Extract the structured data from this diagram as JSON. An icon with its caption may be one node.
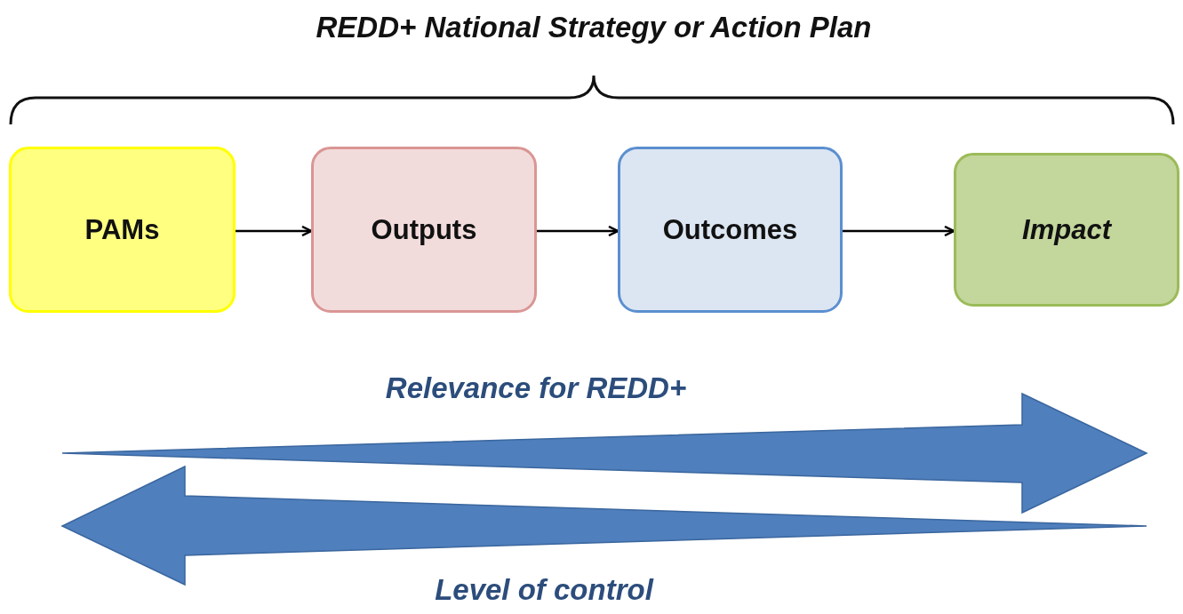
{
  "diagram": {
    "title": "REDD+ National Strategy or Action Plan",
    "nodes": [
      {
        "text": [
          "PAMs"
        ]
      },
      {
        "text": [
          "Outputs"
        ]
      },
      {
        "text": [
          "Outcomes"
        ]
      },
      {
        "text": [
          "Impact"
        ]
      }
    ],
    "edges": [
      {
        "from": 0,
        "to": 1,
        "arrow": "to"
      },
      {
        "from": 1,
        "to": 2,
        "arrow": "to"
      },
      {
        "from": 2,
        "to": 3,
        "arrow": "to"
      }
    ],
    "labels": [
      "Relevance for REDD+",
      "Level of control"
    ]
  }
}
